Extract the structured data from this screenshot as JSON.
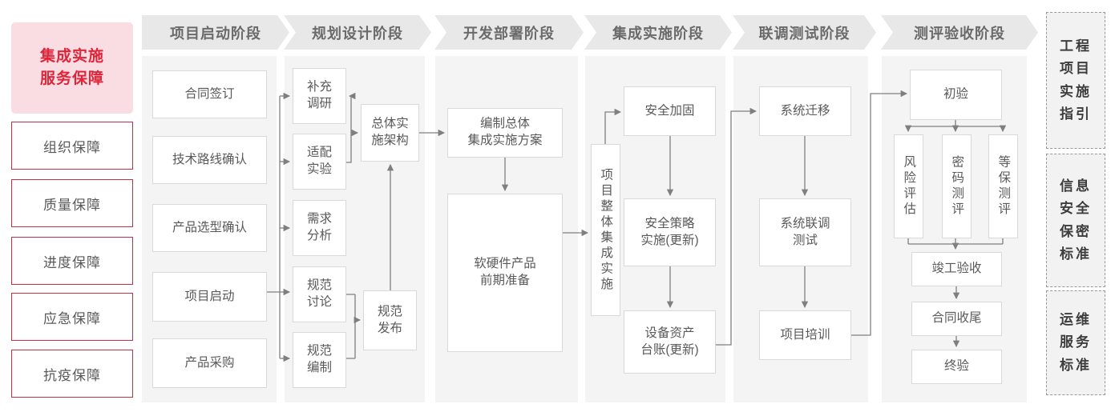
{
  "colors": {
    "brand_red": "#e0243a",
    "sidebar_border_red": "#c22f3e"
  },
  "sidebar": {
    "title": "集成实施\n服务保障",
    "items": [
      "组织保障",
      "质量保障",
      "进度保障",
      "应急保障",
      "抗疫保障"
    ]
  },
  "phases": [
    "项目启动阶段",
    "规划设计阶段",
    "开发部署阶段",
    "集成实施阶段",
    "联调测试阶段",
    "测评验收阶段"
  ],
  "nodes": {
    "contract_signing": "合同签订",
    "tech_route_confirm": "技术路线确认",
    "product_selection_confirm": "产品选型确认",
    "project_kickoff": "项目启动",
    "product_procurement": "产品采购",
    "supplementary_research": "补充\n调研",
    "adaptation_experiment": "适配\n实验",
    "requirement_analysis": "需求\n分析",
    "spec_discussion": "规范\n讨论",
    "spec_drafting": "规范\n编制",
    "overall_impl_architecture": "总体实\n施架构",
    "spec_release": "规范\n发布",
    "overall_plan_drafting": "编制总体\n集成实施方案",
    "hw_sw_preparation": "软硬件产品\n前期准备",
    "overall_integration_impl": "项目整体集成实施",
    "security_hardening": "安全加固",
    "security_policy_impl": "安全策略\n实施(更新)",
    "asset_ledger_update": "设备资产\n台账(更新)",
    "system_migration": "系统迁移",
    "system_joint_test": "系统联调\n测试",
    "project_training": "项目培训",
    "initial_acceptance": "初验",
    "risk_assessment": "风险评估",
    "crypto_evaluation": "密码测评",
    "classified_protection_evaluation": "等保测评",
    "completion_acceptance": "竣工验收",
    "contract_closure": "合同收尾",
    "final_acceptance": "终验"
  },
  "standards": [
    "工程\n项目\n实施\n指引",
    "信息\n安全\n保密\n标准",
    "运维\n服务\n标准"
  ]
}
